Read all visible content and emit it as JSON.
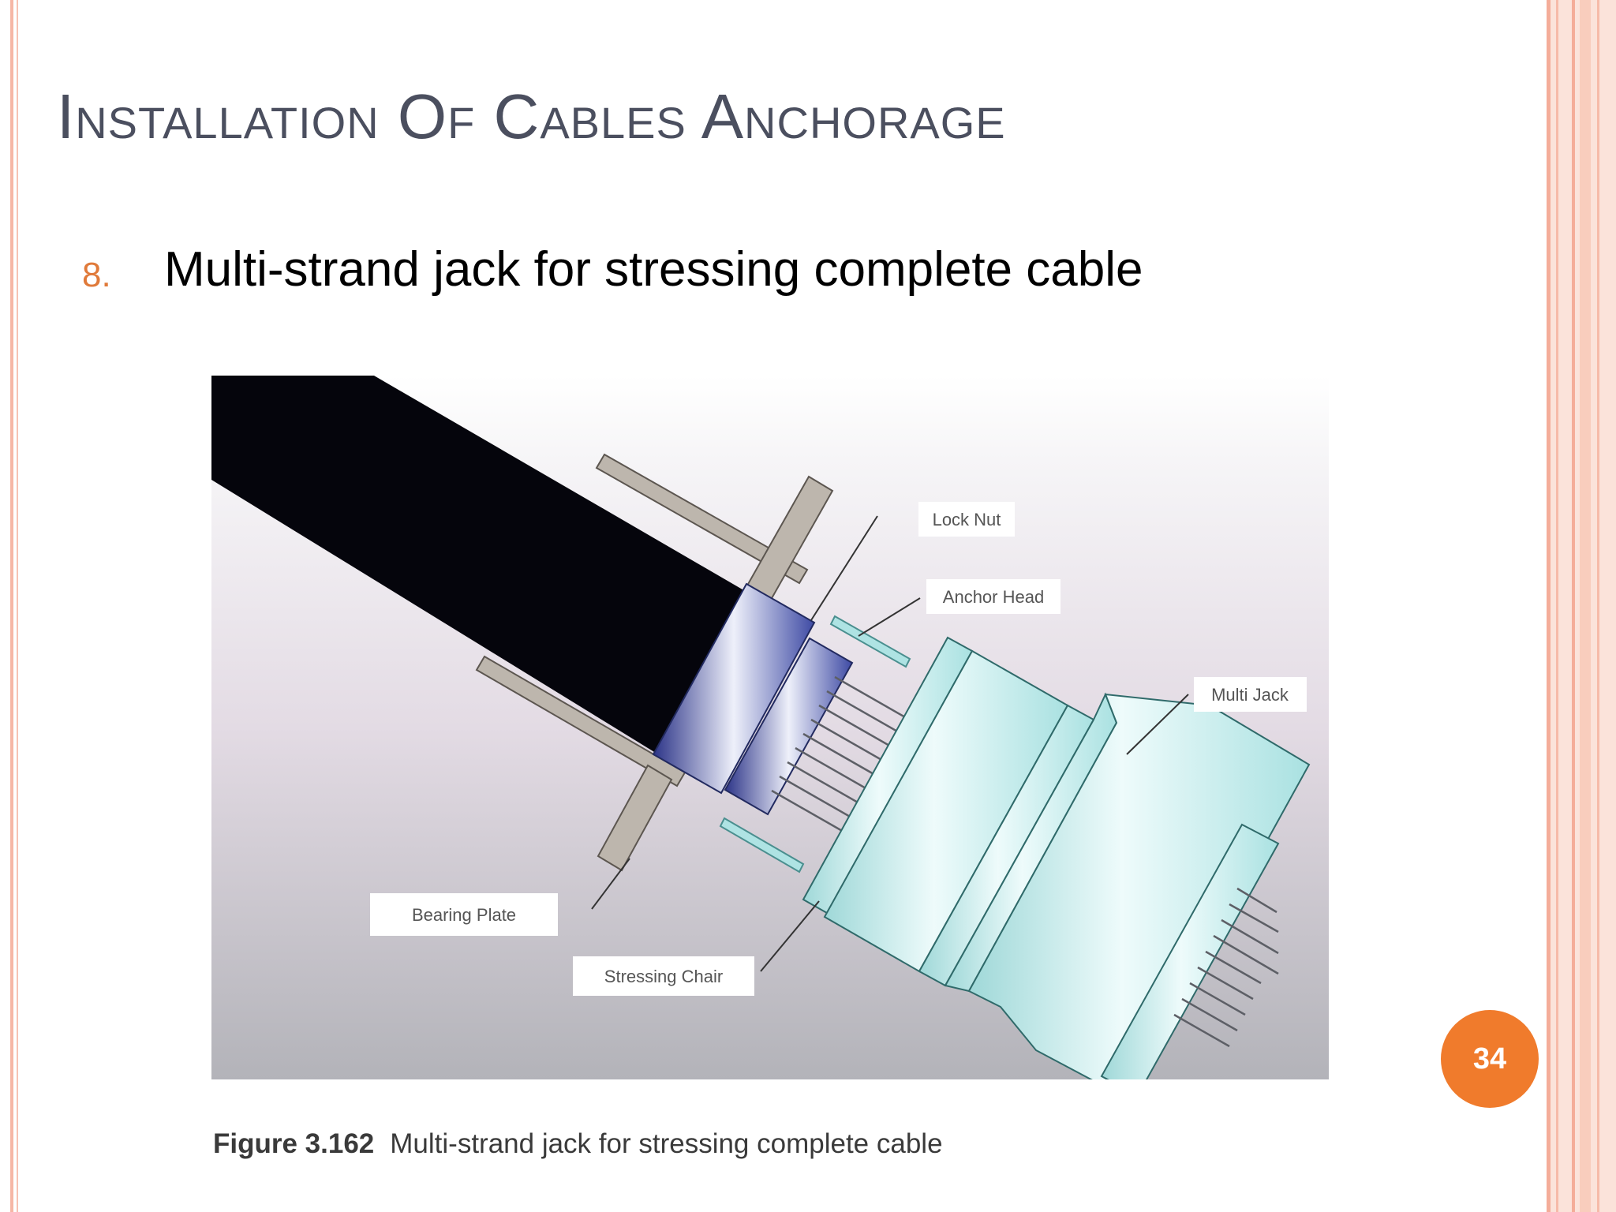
{
  "slide": {
    "title": "Installation Of Cables Anchorage",
    "bullet": {
      "number": "8.",
      "text": "Multi-strand jack for stressing complete cable"
    },
    "figure": {
      "labels": {
        "lock_nut": "Lock Nut",
        "anchor_head": "Anchor Head",
        "multi_jack": "Multi Jack",
        "bearing_plate": "Bearing Plate",
        "stressing_chair": "Stressing Chair"
      },
      "caption_number": "Figure 3.162",
      "caption_text": "Multi-strand jack for stressing complete cable"
    },
    "page_number": "34"
  },
  "colors": {
    "accent": "#f07b2c",
    "title": "#4b4f5f",
    "border": "#f6b7a5"
  }
}
